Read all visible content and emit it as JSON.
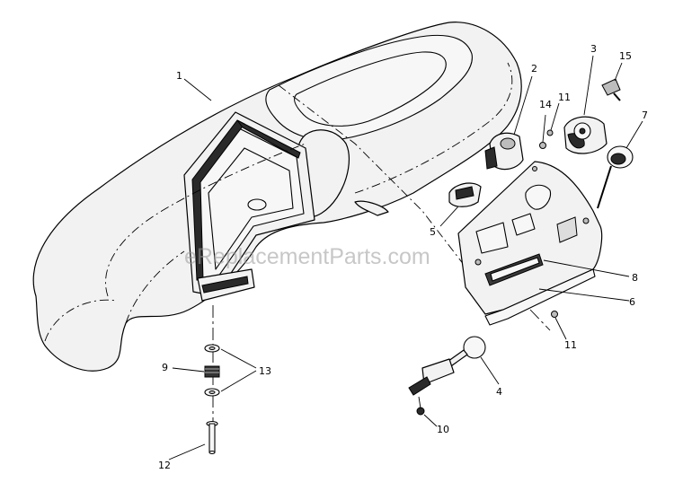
{
  "watermark": "eReplacementParts.com",
  "callouts": {
    "c1": "1",
    "c2": "2",
    "c3": "3",
    "c4": "4",
    "c5": "5",
    "c6": "6",
    "c7": "7",
    "c8": "8",
    "c9": "9",
    "c10": "10",
    "c11a": "11",
    "c11b": "11",
    "c12": "12",
    "c13": "13",
    "c14": "14",
    "c15": "15"
  }
}
